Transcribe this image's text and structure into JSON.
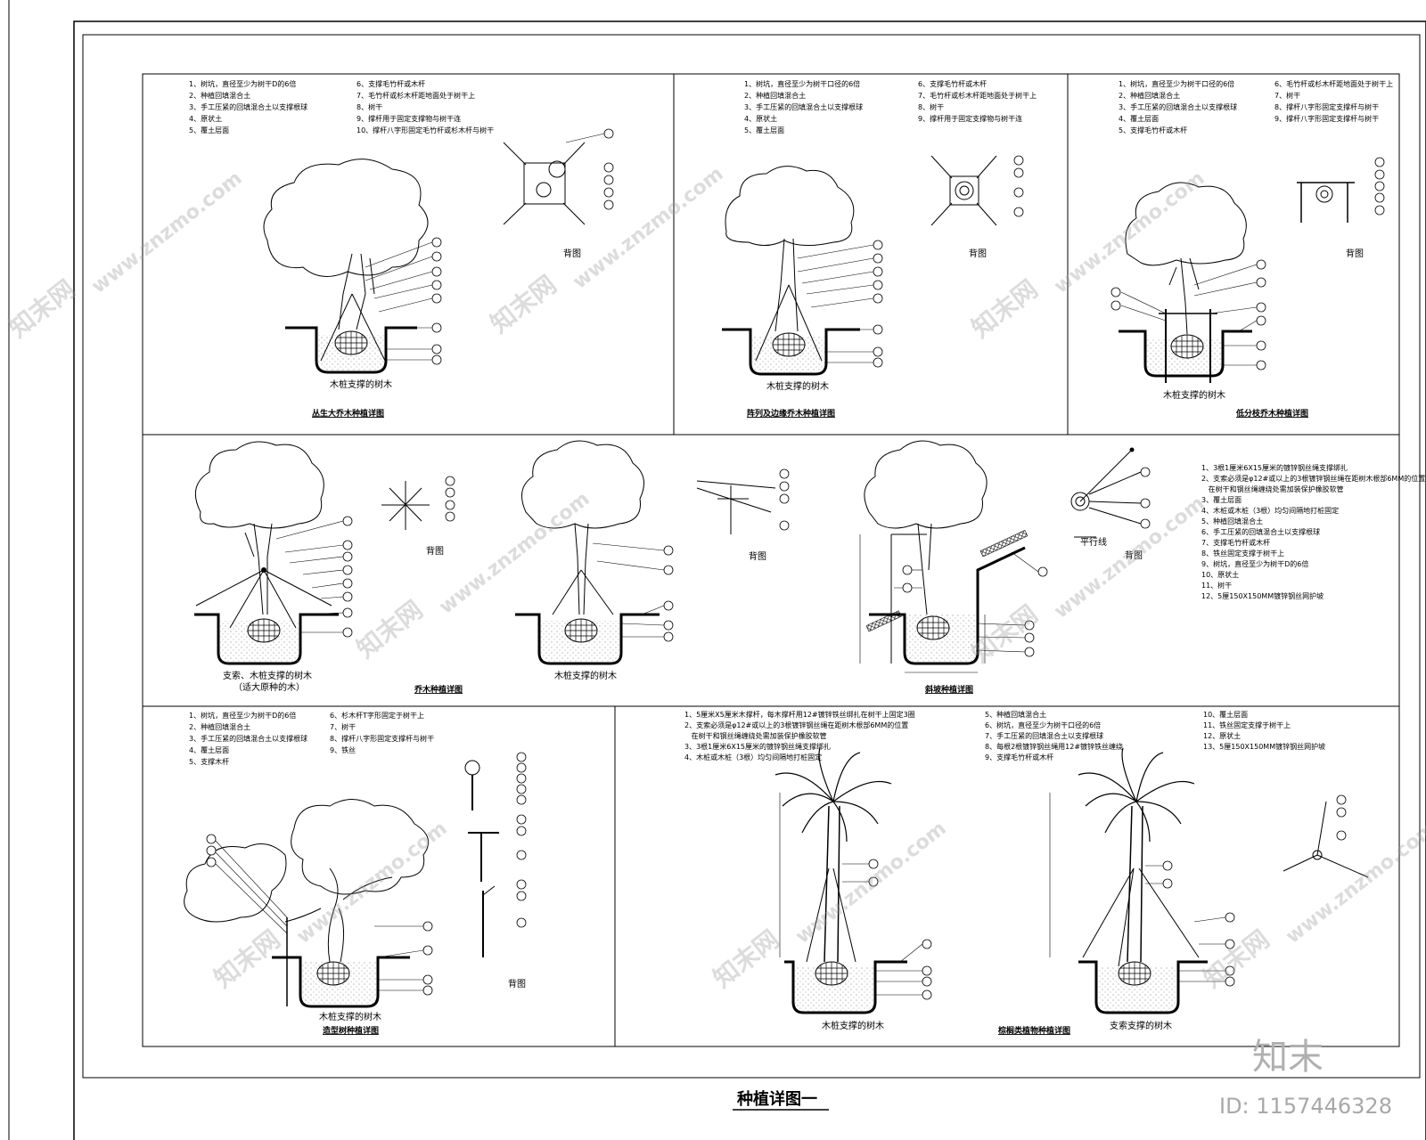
{
  "sheet_title": "种植详图一",
  "id_label": "ID: 1157446328",
  "watermark": {
    "brand_cn": "知末网",
    "site": "www.znzmo.com",
    "logo_text": "知末"
  },
  "panels": {
    "p1": {
      "title": "丛生大乔木种植详图",
      "caption": "木桩支撑的树木",
      "plan_label": "背图",
      "notes_left": [
        "1、树坑，直径至少为树干D的6倍",
        "2、种植回填混合土",
        "3、手工压紧的回填混合土以支撑根球",
        "4、原状土",
        "5、覆土层面"
      ],
      "notes_right": [
        "6、支撑毛竹杆或木杆",
        "7、毛竹杆或杉木杆距地面处于树干上",
        "8、树干",
        "9、撑杆用于固定支撑物与树干连",
        "10、撑杆八字形固定毛竹杆或杉木杆与树干"
      ]
    },
    "p2": {
      "title": "阵列及边缘乔木种植详图",
      "caption": "木桩支撑的树木",
      "plan_label": "背图",
      "notes_left": [
        "1、树坑，直径至少为树干口径的6倍",
        "2、种植回填混合土",
        "3、手工压紧的回填混合土以支撑根球",
        "4、原状土",
        "5、覆土层面"
      ],
      "notes_right": [
        "6、支撑毛竹杆或木杆",
        "7、毛竹杆或杉木杆距地面处于树干上",
        "8、树干",
        "9、撑杆用于固定支撑物与树干连"
      ]
    },
    "p3": {
      "title": "低分枝乔木种植详图",
      "caption": "木桩支撑的树木",
      "plan_label": "背图",
      "notes_left": [
        "1、树坑，直径至少为树干口径的6倍",
        "2、种植回填混合土",
        "3、手工压紧的回填混合土以支撑根球",
        "4、覆土层面",
        "5、支撑毛竹杆或木杆"
      ],
      "notes_right": [
        "6、毛竹杆或杉木杆距地面处于树干上",
        "7、树干",
        "8、撑杆八字形固定支撑杆与树干",
        "9、撑杆八字形固定支撑杆与树干"
      ]
    },
    "p4": {
      "title": "乔木种植详图",
      "caption_a": "支索、木桩支撑的树木",
      "caption_a2": "（适大原种的木）",
      "caption_b": "木桩支撑的树木",
      "plan_label_a": "背图",
      "plan_label_b": "背图"
    },
    "p5": {
      "title": "斜坡种植详图",
      "plan_label": "背图",
      "slope_label": "平行线",
      "notes": [
        "1、3根1厘米6X15厘米的镀锌钢丝绳支撑绑扎",
        "2、支索必须是φ12#或以上的3根镀锌钢丝绳在距树木根部6MM的位置",
        "   在树干和钢丝绳缠绕处需加装保护橡胶软管",
        "3、覆土层面",
        "4、木桩或木桩（3根）均匀间隔地打桩固定",
        "5、种植回填混合土",
        "6、手工压紧的回填混合土以支撑根球",
        "7、支撑毛竹杆或木杆",
        "8、铁丝固定支撑于树干上",
        "9、树坑，直径至少为树干D的6倍",
        "10、原状土",
        "11、树干",
        "12、5厘150X150MM镀锌钢丝网护坡"
      ]
    },
    "p6": {
      "title": "造型树种植详图",
      "caption": "木桩支撑的树木",
      "plan_label": "背图",
      "notes_left": [
        "1、树坑，直径至少为树干D的6倍",
        "2、种植回填混合土",
        "3、手工压紧的回填混合土以支撑根球",
        "4、覆土层面",
        "5、支撑木杆"
      ],
      "notes_right": [
        "6、杉木杆T字形固定于树干上",
        "7、树干",
        "8、撑杆八字形固定支撑杆与树干",
        "9、铁丝"
      ]
    },
    "p7": {
      "title": "棕榈类植物种植详图",
      "caption_a": "木桩支撑的树木",
      "caption_b": "支索支撑的树木",
      "notes_col1": [
        "1、5厘米X5厘米木撑杆，每木撑杆用12#镀锌铁丝绑扎在树干上固定3圈",
        "2、支索必须是φ12#或以上的3根镀锌钢丝绳在距树木根部6MM的位置",
        "   在树干和钢丝绳缠绕处需加装保护橡胶软管",
        "3、3根1厘米6X15厘米的镀锌钢丝绳支撑绑扎",
        "4、木桩或木桩（3根）均匀间隔地打桩固定"
      ],
      "notes_col2": [
        "5、种植回填混合土",
        "6、树坑，直径至少为树干口径的6倍",
        "7、手工压紧的回填混合土以支撑根球",
        "8、每根2根镀锌钢丝绳用12#镀锌铁丝缠绕",
        "9、支撑毛竹杆或木杆"
      ],
      "notes_col3": [
        "10、覆土层面",
        "11、铁丝固定支撑于树干上",
        "12、原状土",
        "13、5厘150X150MM镀锌钢丝网护坡"
      ]
    }
  }
}
